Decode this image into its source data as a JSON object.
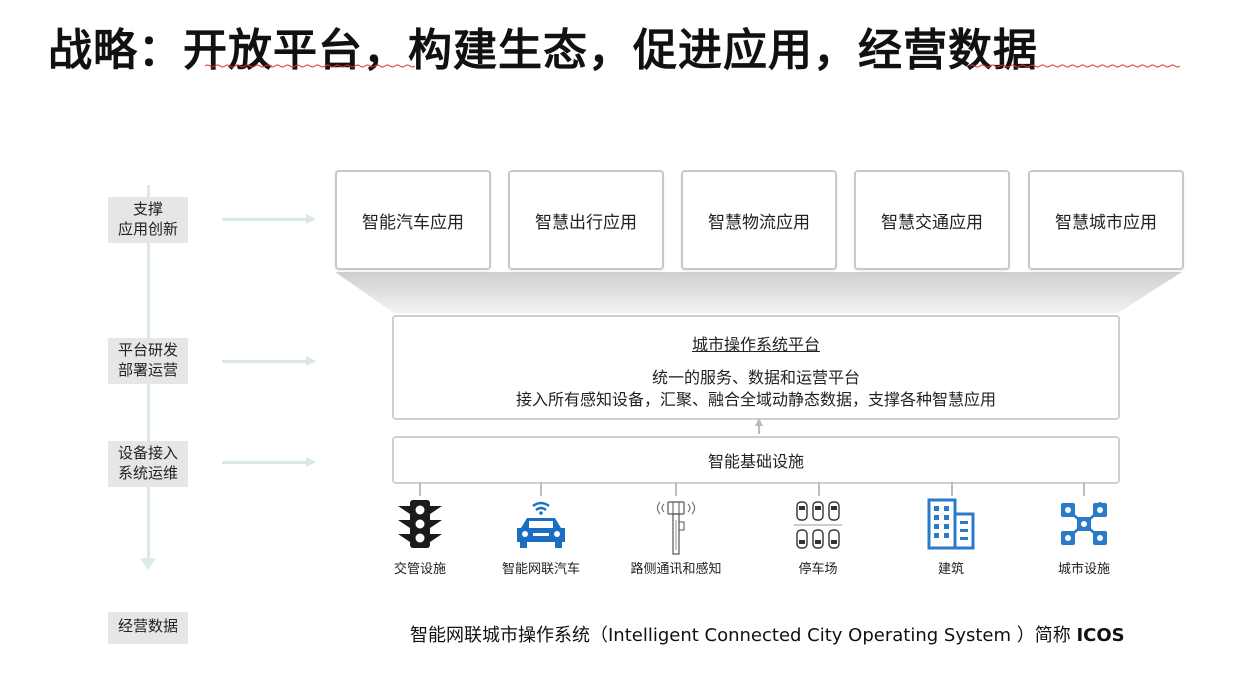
{
  "title": "战略：开放平台，构建生态，促进应用，经营数据",
  "left_labels": {
    "support": "支撑\n应用创新",
    "platform_ops": "平台研发\n部署运营",
    "device_ops": "设备接入\n系统运维",
    "data_ops": "经营数据"
  },
  "apps": [
    "智能汽车应用",
    "智慧出行应用",
    "智慧物流应用",
    "智慧交通应用",
    "智慧城市应用"
  ],
  "platform": {
    "title": "城市操作系统平台",
    "line1": "统一的服务、数据和运营平台",
    "line2": "接入所有感知设备，汇聚、融合全域动静态数据，支撑各种智慧应用"
  },
  "infrastructure": "智能基础设施",
  "devices": [
    {
      "label": "交管设施",
      "icon": "traffic-light-icon"
    },
    {
      "label": "智能网联汽车",
      "icon": "connected-car-icon"
    },
    {
      "label": "路侧通讯和感知",
      "icon": "roadside-antenna-icon"
    },
    {
      "label": "停车场",
      "icon": "parking-lot-icon"
    },
    {
      "label": "建筑",
      "icon": "building-icon"
    },
    {
      "label": "城市设施",
      "icon": "network-nodes-icon"
    }
  ],
  "footer": {
    "prefix": "智能网联城市操作系统（Intelligent Connected City Operating System ）简称 ",
    "abbr": "ICOS"
  },
  "colors": {
    "accent_blue": "#1a6fc4",
    "icon_dark": "#1b1b1b",
    "connector": "#d9e6ea"
  }
}
